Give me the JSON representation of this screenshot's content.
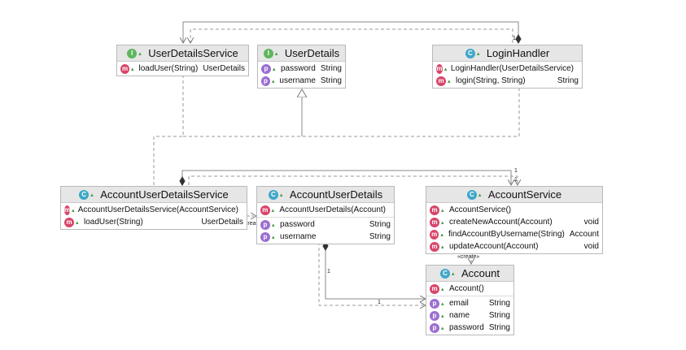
{
  "classes": {
    "userDetailsService": {
      "name": "UserDetailsService",
      "kind": "interface",
      "kind_badge": "I",
      "methods": [
        {
          "name": "loadUser(String)",
          "type": "UserDetails"
        }
      ],
      "properties": []
    },
    "userDetails": {
      "name": "UserDetails",
      "kind": "interface",
      "kind_badge": "I",
      "methods": [],
      "properties": [
        {
          "name": "password",
          "type": "String"
        },
        {
          "name": "username",
          "type": "String"
        }
      ]
    },
    "loginHandler": {
      "name": "LoginHandler",
      "kind": "class",
      "kind_badge": "C",
      "methods": [
        {
          "name": "LoginHandler(UserDetailsService)",
          "type": ""
        },
        {
          "name": "login(String, String)",
          "type": "String"
        }
      ],
      "properties": []
    },
    "accountUserDetailsService": {
      "name": "AccountUserDetailsService",
      "kind": "class",
      "kind_badge": "C",
      "methods": [
        {
          "name": "AccountUserDetailsService(AccountService)",
          "type": ""
        },
        {
          "name": "loadUser(String)",
          "type": "UserDetails"
        }
      ],
      "properties": []
    },
    "accountUserDetails": {
      "name": "AccountUserDetails",
      "kind": "class",
      "kind_badge": "C",
      "methods": [
        {
          "name": "AccountUserDetails(Account)",
          "type": ""
        }
      ],
      "properties": [
        {
          "name": "password",
          "type": "String"
        },
        {
          "name": "username",
          "type": "String"
        }
      ]
    },
    "accountService": {
      "name": "AccountService",
      "kind": "class",
      "kind_badge": "C",
      "methods": [
        {
          "name": "AccountService()",
          "type": ""
        },
        {
          "name": "createNewAccount(Account)",
          "type": "void"
        },
        {
          "name": "findAccountByUsername(String)",
          "type": "Account"
        },
        {
          "name": "updateAccount(Account)",
          "type": "void"
        }
      ],
      "properties": []
    },
    "account": {
      "name": "Account",
      "kind": "class",
      "kind_badge": "C",
      "methods": [
        {
          "name": "Account()",
          "type": ""
        }
      ],
      "properties": [
        {
          "name": "email",
          "type": "String"
        },
        {
          "name": "name",
          "type": "String"
        },
        {
          "name": "password",
          "type": "String"
        }
      ]
    }
  },
  "member_badges": {
    "method": "m",
    "property": "p"
  },
  "labels": {
    "create_1": "«create»",
    "create_2": "«create»",
    "mult_login_1": "1",
    "mult_aus_1": "1",
    "mult_aus_2": "1",
    "mult_aud_1": "1",
    "mult_acc_1": "1"
  },
  "colors": {
    "class_badge": "#3fa7c8",
    "interface_badge": "#5fb55f",
    "method_badge": "#d9456a",
    "property_badge": "#9b6fd0",
    "line": "#8a8a8a"
  }
}
